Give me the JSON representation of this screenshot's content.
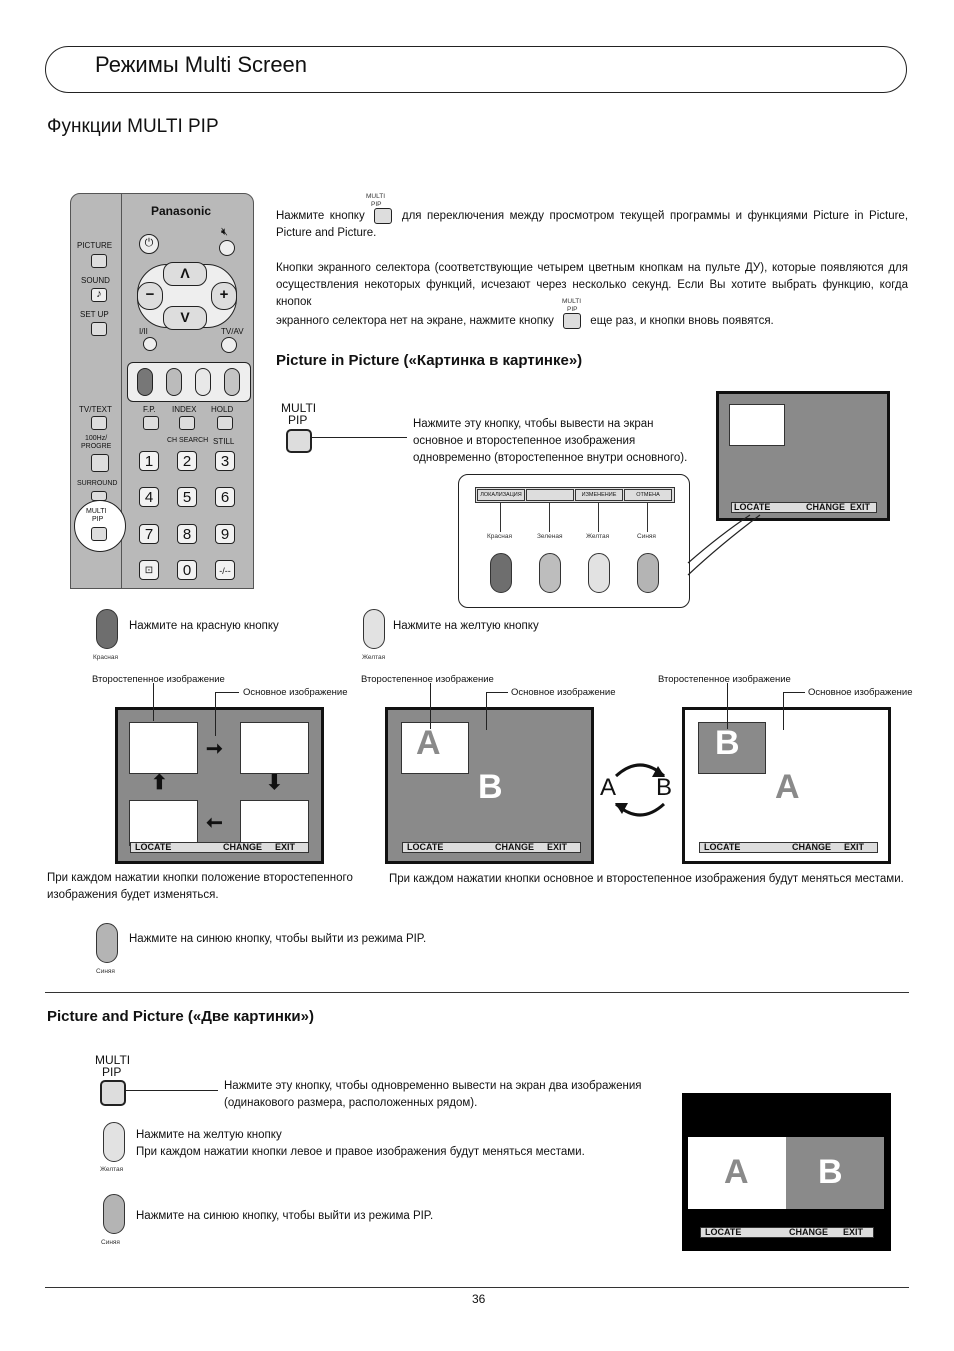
{
  "header": {
    "title": "Режимы Multi Screen"
  },
  "subtitle": "Функции MULTI PIP",
  "remote": {
    "brand": "Panasonic",
    "labels": {
      "picture": "PICTURE",
      "sound": "SOUND",
      "setup": "SET UP",
      "tv_av": "TV/AV",
      "i_ii": "I/II",
      "tv_text": "TV/TEXT",
      "fp": "F.P.",
      "index": "INDEX",
      "hold": "HOLD",
      "ch_search": "CH SEARCH",
      "still": "STILL",
      "hz100": "100Hz/",
      "progre": "PROGRE",
      "surround": "SURROUND",
      "multi": "MULTI",
      "pip": "PIP"
    },
    "digits": [
      "1",
      "2",
      "3",
      "4",
      "5",
      "6",
      "7",
      "8",
      "9",
      "0"
    ],
    "minus_key": "-/--",
    "vol_minus": "−",
    "vol_plus": "+",
    "ch_up": "Λ",
    "ch_down": "V"
  },
  "intro": {
    "p1_before": "Нажмите кнопку",
    "p1_after": "для переключения между просмотром текущей программы и функциями Picture in Picture, Picture and Picture.",
    "p2": "Кнопки экранного селектора (соответствующие четырем цветным кнопкам на пульте ДУ), которые появляются для осуществления некоторых функций, исчезают через несколько секунд. Если Вы хотите выбрать функцию, когда кнопок",
    "p3_before": "экранного селектора нет на экране, нажмите кнопку",
    "p3_after": "еще раз, и кнопки вновь появятся.",
    "icon_multi": "MULTI",
    "icon_pip": "PIP"
  },
  "pip_section": {
    "heading": "Picture in Picture («Картинка в картинке»)",
    "multi": "MULTI",
    "pip": "PIP",
    "description": "Нажмите эту кнопку, чтобы вывести на экран основное и второстепенное изображения одновременно (второстепенное внутри основного).",
    "selector_buttons": [
      "ЛОКАЛИЗАЦИЯ",
      "",
      "ИЗМЕНЕНИЕ",
      "ОТМЕНА"
    ],
    "color_names": [
      "Красная",
      "Зеленая",
      "Желтая",
      "Синяя"
    ],
    "menu": {
      "locate": "LOCATE",
      "change": "CHANGE",
      "exit": "EXIT"
    },
    "red_instruction": "Нажмите на красную кнопку",
    "red_label": "Красная",
    "yellow_instruction": "Нажмите на желтую кнопку",
    "yellow_label": "Желтая",
    "secondary_label": "Второстепенное изображение",
    "main_label": "Основное изображение",
    "letter_a": "A",
    "letter_b": "B",
    "caption_left": "При каждом нажатии кнопки положение второстепенного изображения будет изменяться.",
    "caption_right": "При каждом нажатии кнопки основное и второстепенное изображения будут меняться местами.",
    "blue_instruction": "Нажмите на синюю кнопку, чтобы выйти из режима PIP.",
    "blue_label": "Синяя"
  },
  "pap_section": {
    "heading": "Picture and Picture  («Две картинки»)",
    "multi": "MULTI",
    "pip": "PIP",
    "description": "Нажмите эту кнопку, чтобы одновременно вывести на экран два изображения (одинакового размера, расположенных рядом).",
    "yellow_instruction": "Нажмите на желтую кнопку",
    "yellow_detail": "При каждом нажатии кнопки левое и правое изображения будут меняться местами.",
    "yellow_label": "Желтая",
    "blue_instruction": "Нажмите на синюю кнопку, чтобы выйти из режима PIP.",
    "blue_label": "Синяя",
    "letter_a": "A",
    "letter_b": "B",
    "menu": {
      "locate": "LOCATE",
      "change": "CHANGE",
      "exit": "EXIT"
    }
  },
  "footer": {
    "page_number": "36"
  },
  "colors": {
    "screen_gray": "#8a8a8a",
    "bar_gray": "#dddddd",
    "red_button": "#6e6e6e",
    "yellow_button": "#e2e2e2",
    "blue_button": "#b4b4b4"
  }
}
